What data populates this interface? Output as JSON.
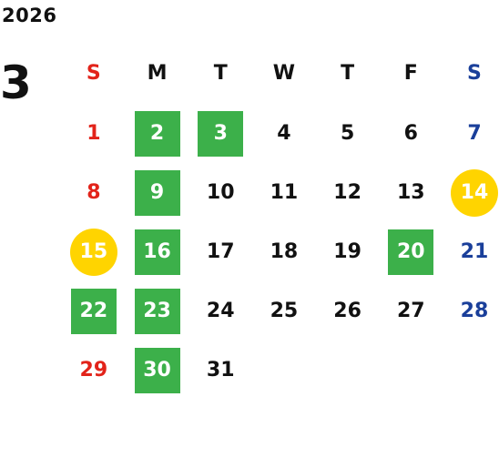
{
  "year": "2026",
  "month": "3",
  "weekday_headers": [
    "S",
    "M",
    "T",
    "W",
    "T",
    "F",
    "S"
  ],
  "colors": {
    "sunday": "#e2231a",
    "saturday": "#1a3f9a",
    "weekday": "#111111",
    "green_mark": "#3cb04a",
    "yellow_mark": "#ffd400"
  },
  "weeks": [
    [
      {
        "day": "1",
        "mark": ""
      },
      {
        "day": "2",
        "mark": "green"
      },
      {
        "day": "3",
        "mark": "green"
      },
      {
        "day": "4",
        "mark": ""
      },
      {
        "day": "5",
        "mark": ""
      },
      {
        "day": "6",
        "mark": ""
      },
      {
        "day": "7",
        "mark": ""
      }
    ],
    [
      {
        "day": "8",
        "mark": ""
      },
      {
        "day": "9",
        "mark": "green"
      },
      {
        "day": "10",
        "mark": ""
      },
      {
        "day": "11",
        "mark": ""
      },
      {
        "day": "12",
        "mark": ""
      },
      {
        "day": "13",
        "mark": ""
      },
      {
        "day": "14",
        "mark": "yellow"
      }
    ],
    [
      {
        "day": "15",
        "mark": "yellow"
      },
      {
        "day": "16",
        "mark": "green"
      },
      {
        "day": "17",
        "mark": ""
      },
      {
        "day": "18",
        "mark": ""
      },
      {
        "day": "19",
        "mark": ""
      },
      {
        "day": "20",
        "mark": "green"
      },
      {
        "day": "21",
        "mark": ""
      }
    ],
    [
      {
        "day": "22",
        "mark": "green"
      },
      {
        "day": "23",
        "mark": "green"
      },
      {
        "day": "24",
        "mark": ""
      },
      {
        "day": "25",
        "mark": ""
      },
      {
        "day": "26",
        "mark": ""
      },
      {
        "day": "27",
        "mark": ""
      },
      {
        "day": "28",
        "mark": ""
      }
    ],
    [
      {
        "day": "29",
        "mark": ""
      },
      {
        "day": "30",
        "mark": "green"
      },
      {
        "day": "31",
        "mark": ""
      },
      {
        "day": "",
        "mark": ""
      },
      {
        "day": "",
        "mark": ""
      },
      {
        "day": "",
        "mark": ""
      },
      {
        "day": "",
        "mark": ""
      }
    ]
  ]
}
